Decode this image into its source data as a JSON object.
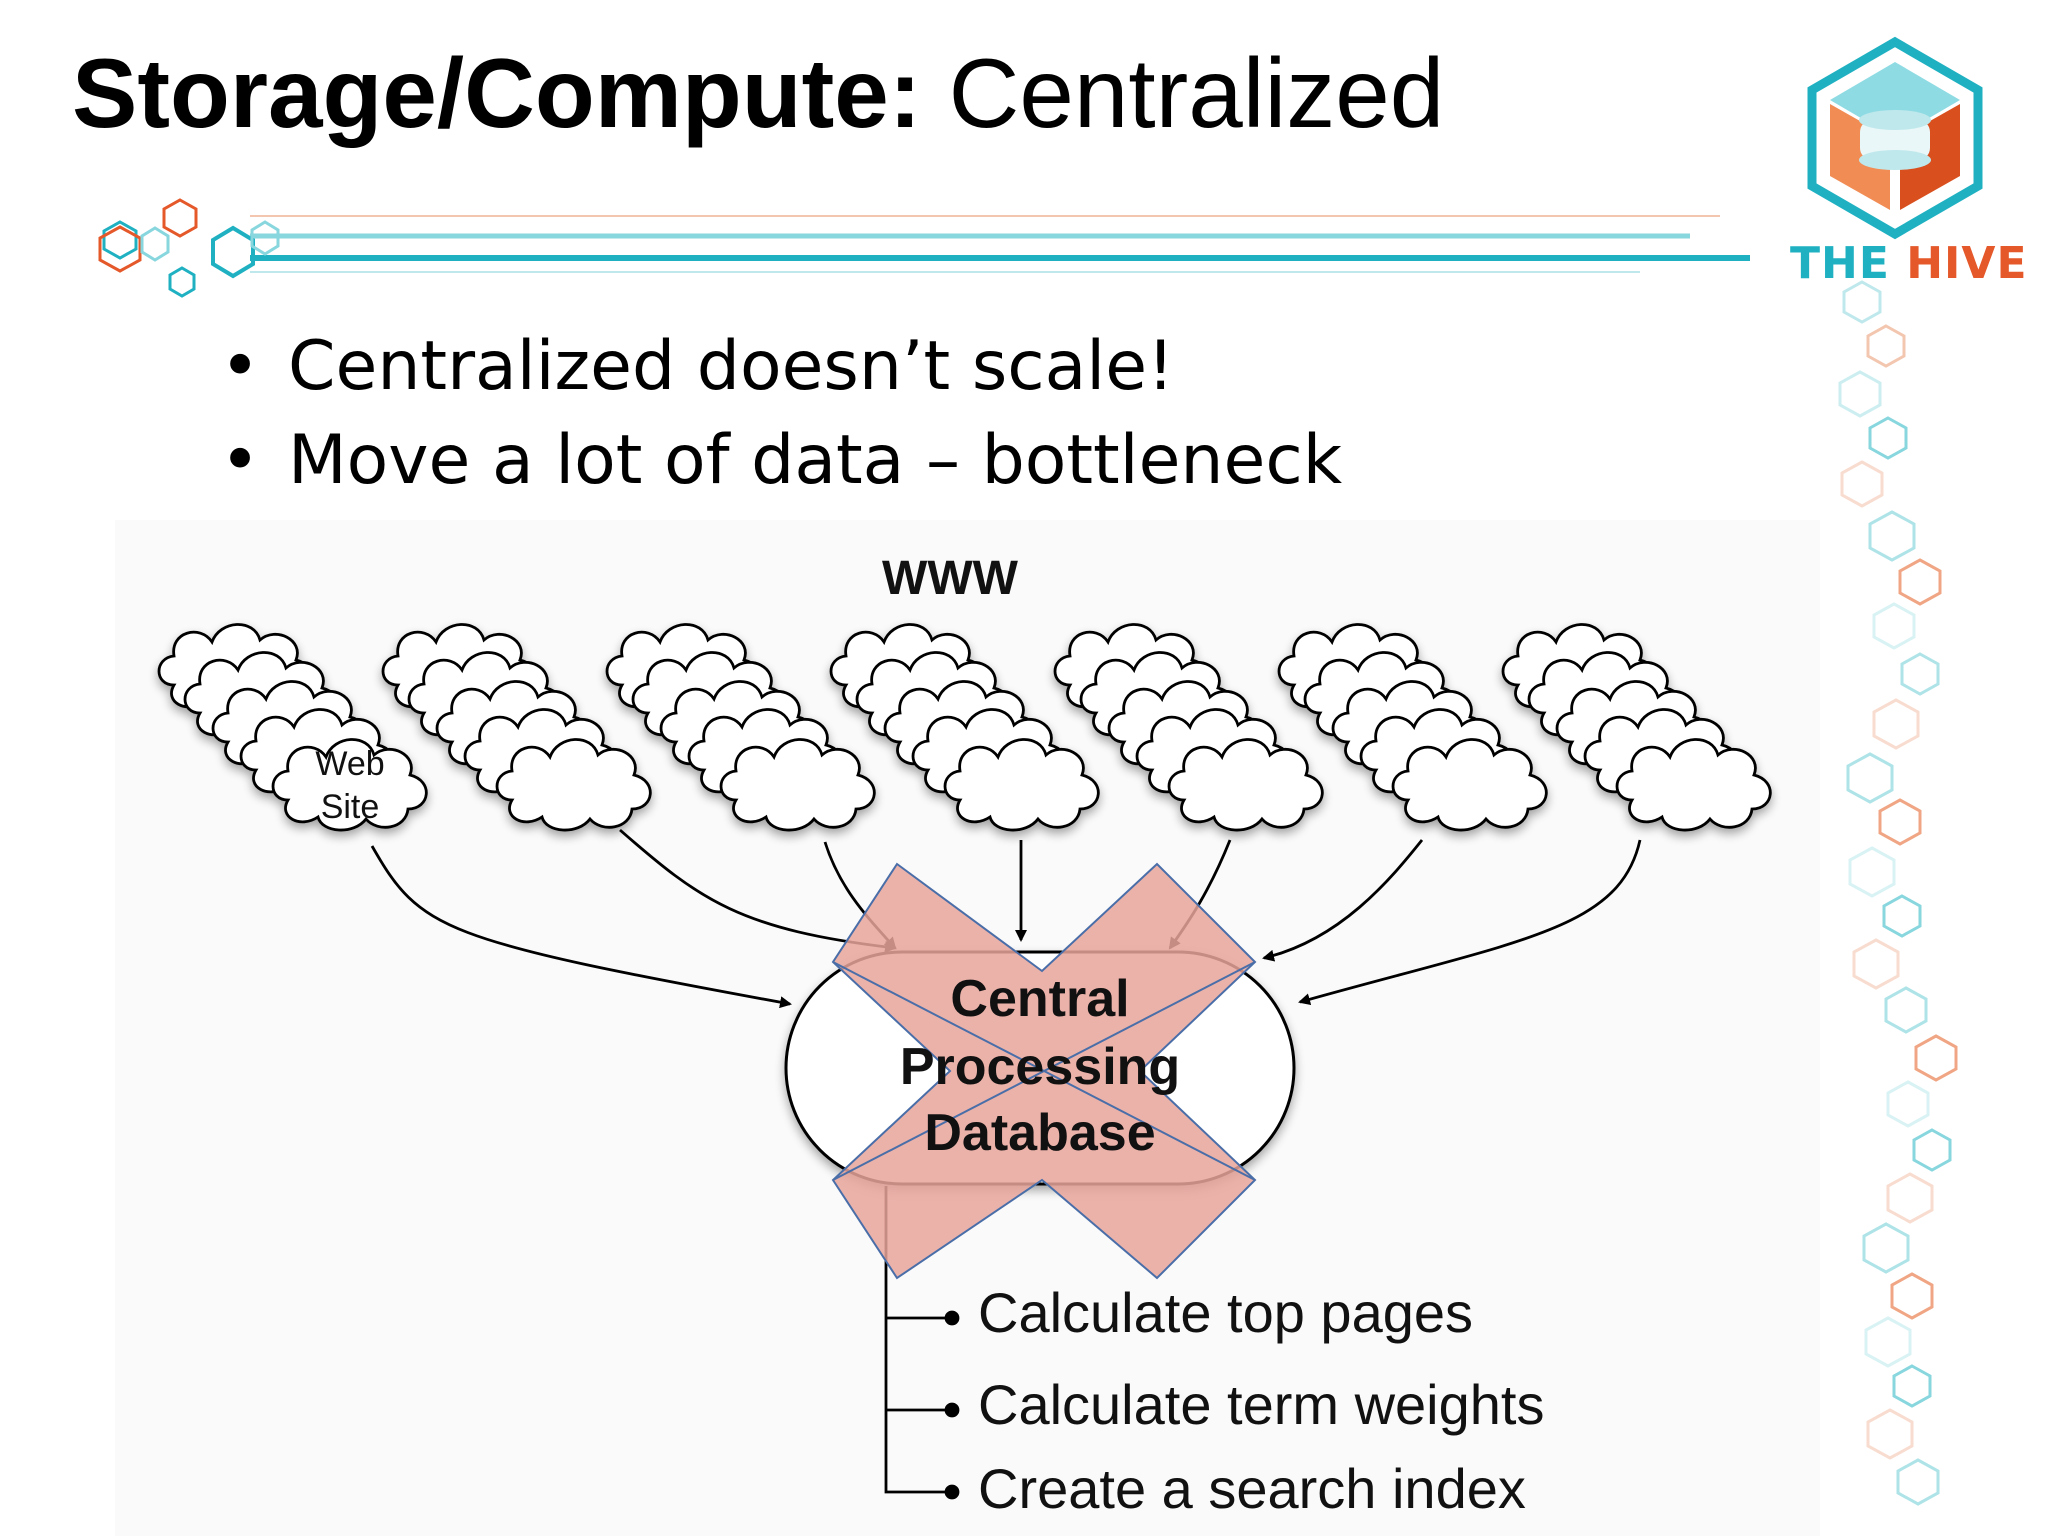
{
  "slide": {
    "title_bold": "Storage/Compute:",
    "title_regular": " Centralized",
    "bullets": [
      "Centralized doesn’t scale!",
      "Move a lot of data – bottleneck"
    ]
  },
  "logo": {
    "text_part1": "THE ",
    "text_part2": "HIVE",
    "colors": {
      "teal": "#1fb1c2",
      "orange": "#e4582a"
    }
  },
  "diagram": {
    "www_label": "WWW",
    "cloud_label_line1": "Web",
    "cloud_label_line2": "Site",
    "database_line1": "Central",
    "database_line2": "Processing",
    "database_line3": "Database",
    "tasks": [
      "Calculate top pages",
      "Calculate term weights",
      "Create a search index"
    ],
    "cross_color": "#e8a59b"
  }
}
